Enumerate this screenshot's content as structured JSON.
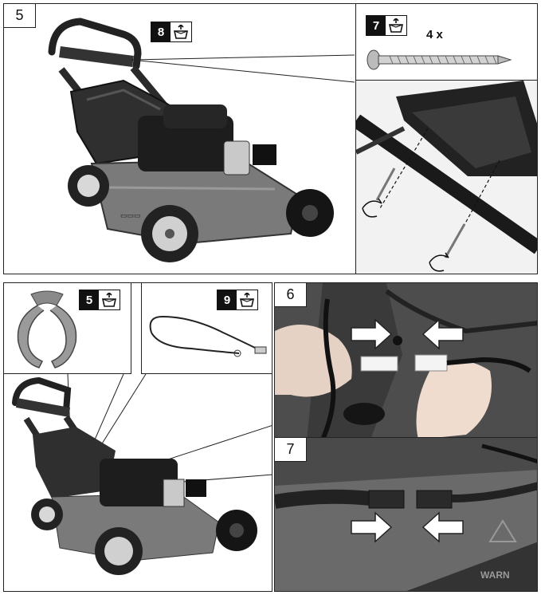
{
  "step5": {
    "number": "5",
    "part_badge": {
      "number": "8",
      "icon": "parts-box-icon"
    }
  },
  "screw": {
    "part_badge": {
      "number": "7",
      "icon": "parts-box-icon"
    },
    "quantity": "4 x"
  },
  "step6_parts": {
    "clip_badge": {
      "number": "5",
      "icon": "parts-box-icon"
    },
    "cable_badge": {
      "number": "9",
      "icon": "parts-box-icon"
    }
  },
  "step6": {
    "number": "6"
  },
  "step7": {
    "number": "7"
  },
  "warning_label_fragment": "WARN"
}
